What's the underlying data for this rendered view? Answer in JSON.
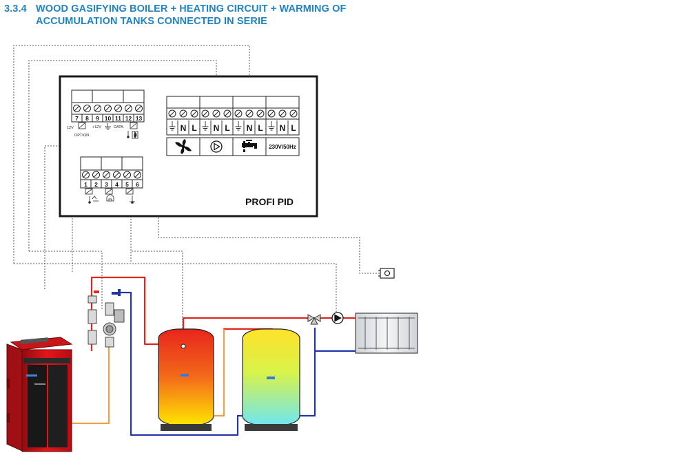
{
  "header": {
    "section_number": "3.3.4",
    "title_line1": "WOOD GASIFYING BOILER + HEATING CIRCUIT + WARMING OF",
    "title_line2": "ACCUMULATION TANKS CONNECTED IN SERIE"
  },
  "controller": {
    "name": "PROFI PID",
    "top_left_terminals": [
      "7",
      "8",
      "9",
      "10",
      "11",
      "12",
      "13"
    ],
    "label_12v": "12V",
    "label_option": "OPTION",
    "label_plus12v": "+12V",
    "label_data": "DATA",
    "sensor_terminals": [
      "1",
      "2",
      "3",
      "4",
      "5",
      "6"
    ],
    "power_terminal_labels": [
      "N",
      "L"
    ],
    "supply_label": "230V/50Hz"
  },
  "colors": {
    "hot": "#e0261d",
    "return": "#f0a04a",
    "cold": "#2135a8",
    "wire": "#555555",
    "title": "#1f84c6"
  }
}
